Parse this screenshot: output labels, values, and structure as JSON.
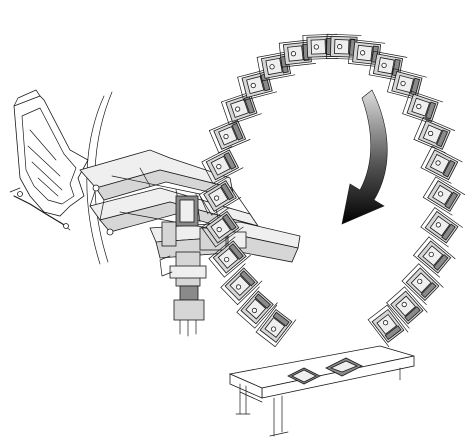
{
  "illustration": {
    "subject": "machine",
    "colors": {
      "ink": "#1a1a1a",
      "paper": "#ffffff",
      "shade": "#d6d6d6",
      "arrow_dark": "#000000",
      "arrow_light": "#dddddd"
    },
    "tooling_modules": 26,
    "rotation": "clockwise"
  }
}
